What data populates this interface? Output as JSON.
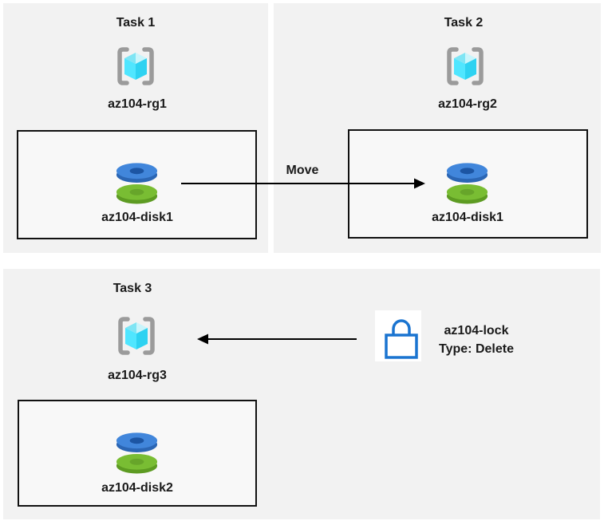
{
  "tasks": [
    {
      "title": "Task 1",
      "resource_group": "az104-rg1",
      "disk": "az104-disk1"
    },
    {
      "title": "Task 2",
      "resource_group": "az104-rg2",
      "disk": "az104-disk1"
    },
    {
      "title": "Task 3",
      "resource_group": "az104-rg3",
      "disk": "az104-disk2"
    }
  ],
  "arrows": [
    {
      "label": "Move",
      "from": "az104-disk1 in az104-rg1",
      "to": "az104-rg2",
      "direction": "right"
    },
    {
      "label": "",
      "from": "az104-lock",
      "to": "az104-rg3",
      "direction": "left"
    }
  ],
  "lock": {
    "name": "az104-lock",
    "type": "Type: Delete"
  },
  "icons": {
    "resource_group": "azure-resource-group-icon",
    "disk": "azure-managed-disk-icon",
    "lock": "azure-lock-icon"
  },
  "colors": {
    "panel_bg": "#f2f2f2",
    "box_fill": "#f8f8f8",
    "box_border": "#111111",
    "arrow": "#000000",
    "text": "#1a1a1a",
    "bracket_gray": "#9b9b9b",
    "cube_top_left": "#7fe5f4",
    "cube_top_right": "#c9f5fb",
    "cube_left": "#50e6ff",
    "cube_right": "#2ed2f1",
    "disk_blue_top": "#4186db",
    "disk_blue_side": "#2b66b4",
    "disk_blue_hole": "#1c55a3",
    "disk_green_top": "#79bd33",
    "disk_green_side": "#5d9b22",
    "disk_green_hole": "#67a52a",
    "lock_blue": "#1a74d0"
  }
}
